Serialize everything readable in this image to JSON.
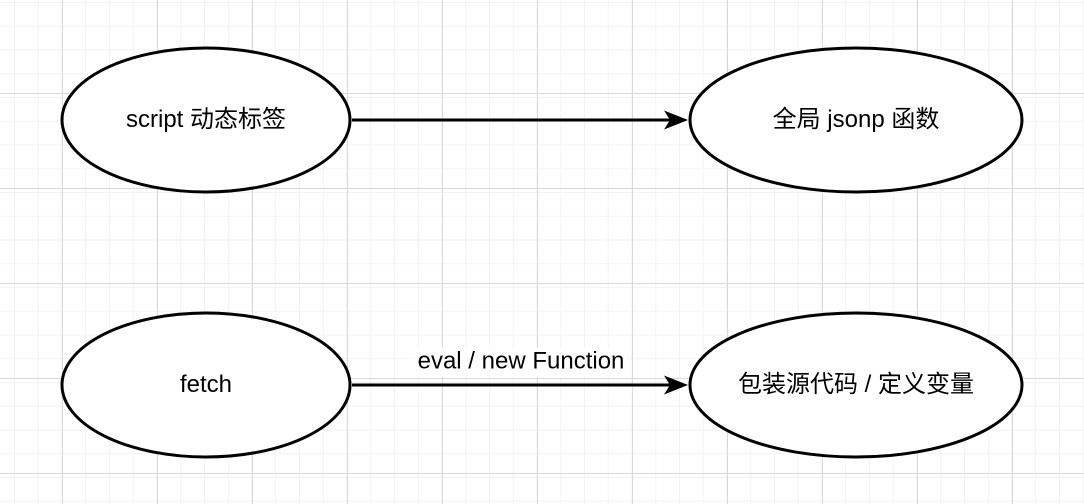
{
  "diagram": {
    "type": "flowchart",
    "nodes": [
      {
        "id": "script-tag",
        "shape": "ellipse",
        "label": "script 动态标签"
      },
      {
        "id": "jsonp-fn",
        "shape": "ellipse",
        "label": "全局 jsonp 函数"
      },
      {
        "id": "fetch",
        "shape": "ellipse",
        "label": "fetch"
      },
      {
        "id": "wrap-source",
        "shape": "ellipse",
        "label": "包装源代码 / 定义变量"
      }
    ],
    "edges": [
      {
        "from": "script-tag",
        "to": "jsonp-fn",
        "label": ""
      },
      {
        "from": "fetch",
        "to": "wrap-source",
        "label": "eval / new Function"
      }
    ],
    "colors": {
      "background": "#ffffff",
      "grid_minor": "#f2f2f2",
      "grid_major": "#d9d9d9",
      "shape_fill": "#ffffff",
      "stroke": "#000000",
      "text": "#000000"
    }
  }
}
